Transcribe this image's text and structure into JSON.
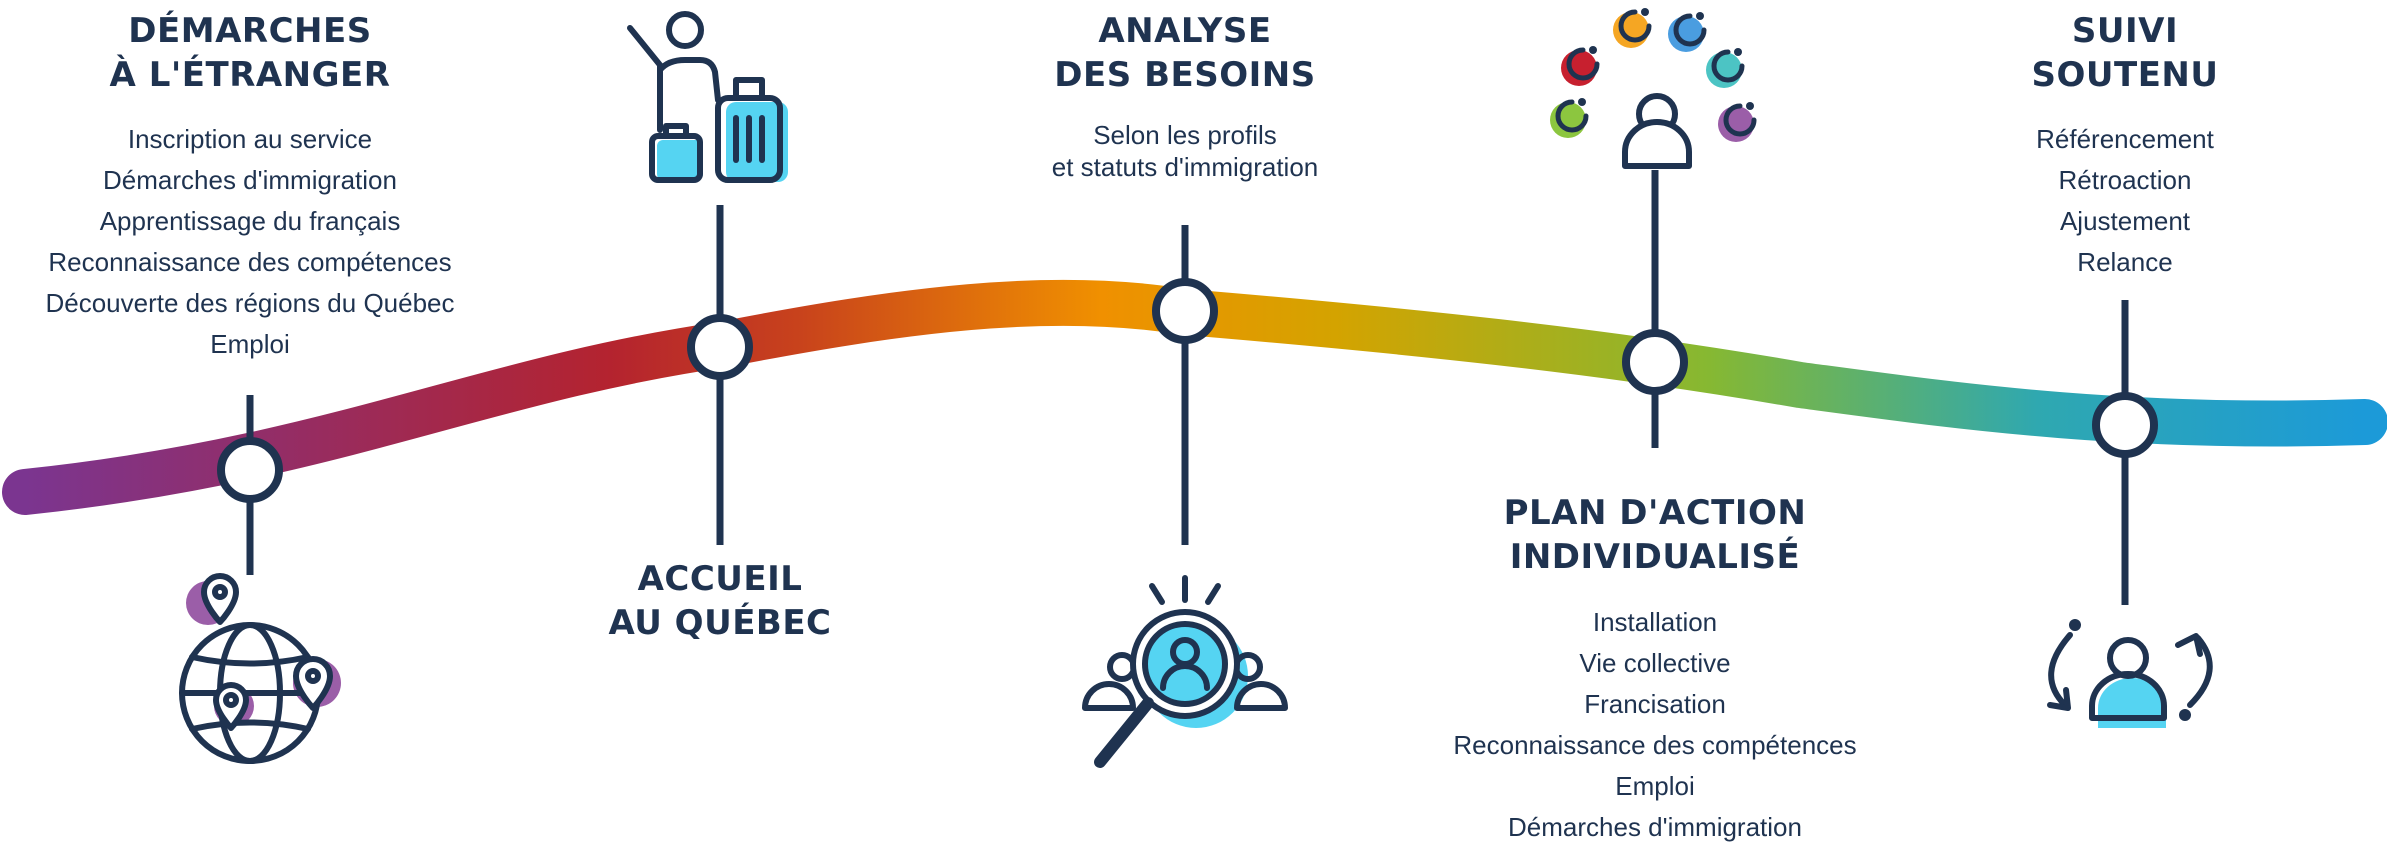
{
  "colors": {
    "navy": "#1f3350",
    "gradient": [
      "#7b3590",
      "#b4232f",
      "#c8421c",
      "#f09000",
      "#d4a300",
      "#86b832",
      "#2fa8b0",
      "#1c9ad8"
    ],
    "marker_purple": "#9b5ea8",
    "marker_cyan": "#55d4f2",
    "dot_colors": [
      "#c7202f",
      "#f5a623",
      "#4a9de0",
      "#4cc4c4",
      "#8cc63f",
      "#9b5ea8"
    ]
  },
  "steps": [
    {
      "id": "demarches",
      "title": [
        "DÉMARCHES",
        "À L'ÉTRANGER"
      ],
      "items": [
        "Inscription au service",
        "Démarches d'immigration",
        "Apprentissage du français",
        "Reconnaissance des compétences",
        "Découverte des régions du Québec",
        "Emploi"
      ],
      "icon": "globe-with-location-pins-icon"
    },
    {
      "id": "accueil",
      "title": [
        "ACCUEIL",
        "AU QUÉBEC"
      ],
      "items": [],
      "icon": "traveler-with-luggage-icon"
    },
    {
      "id": "analyse",
      "title": [
        "ANALYSE",
        "DES BESOINS"
      ],
      "items": [
        "Selon les profils",
        "et statuts d'immigration"
      ],
      "icon": "magnifier-on-people-icon"
    },
    {
      "id": "plan",
      "title": [
        "PLAN D'ACTION",
        "INDIVIDUALISÉ"
      ],
      "items": [
        "Installation",
        "Vie collective",
        "Francisation",
        "Reconnaissance des compétences",
        "Emploi",
        "Démarches d'immigration"
      ],
      "icon": "person-with-colored-dots-icon"
    },
    {
      "id": "suivi",
      "title": [
        "SUIVI",
        "SOUTENU"
      ],
      "items": [
        "Référencement",
        "Rétroaction",
        "Ajustement",
        "Relance"
      ],
      "icon": "person-with-cycle-arrows-icon"
    }
  ]
}
